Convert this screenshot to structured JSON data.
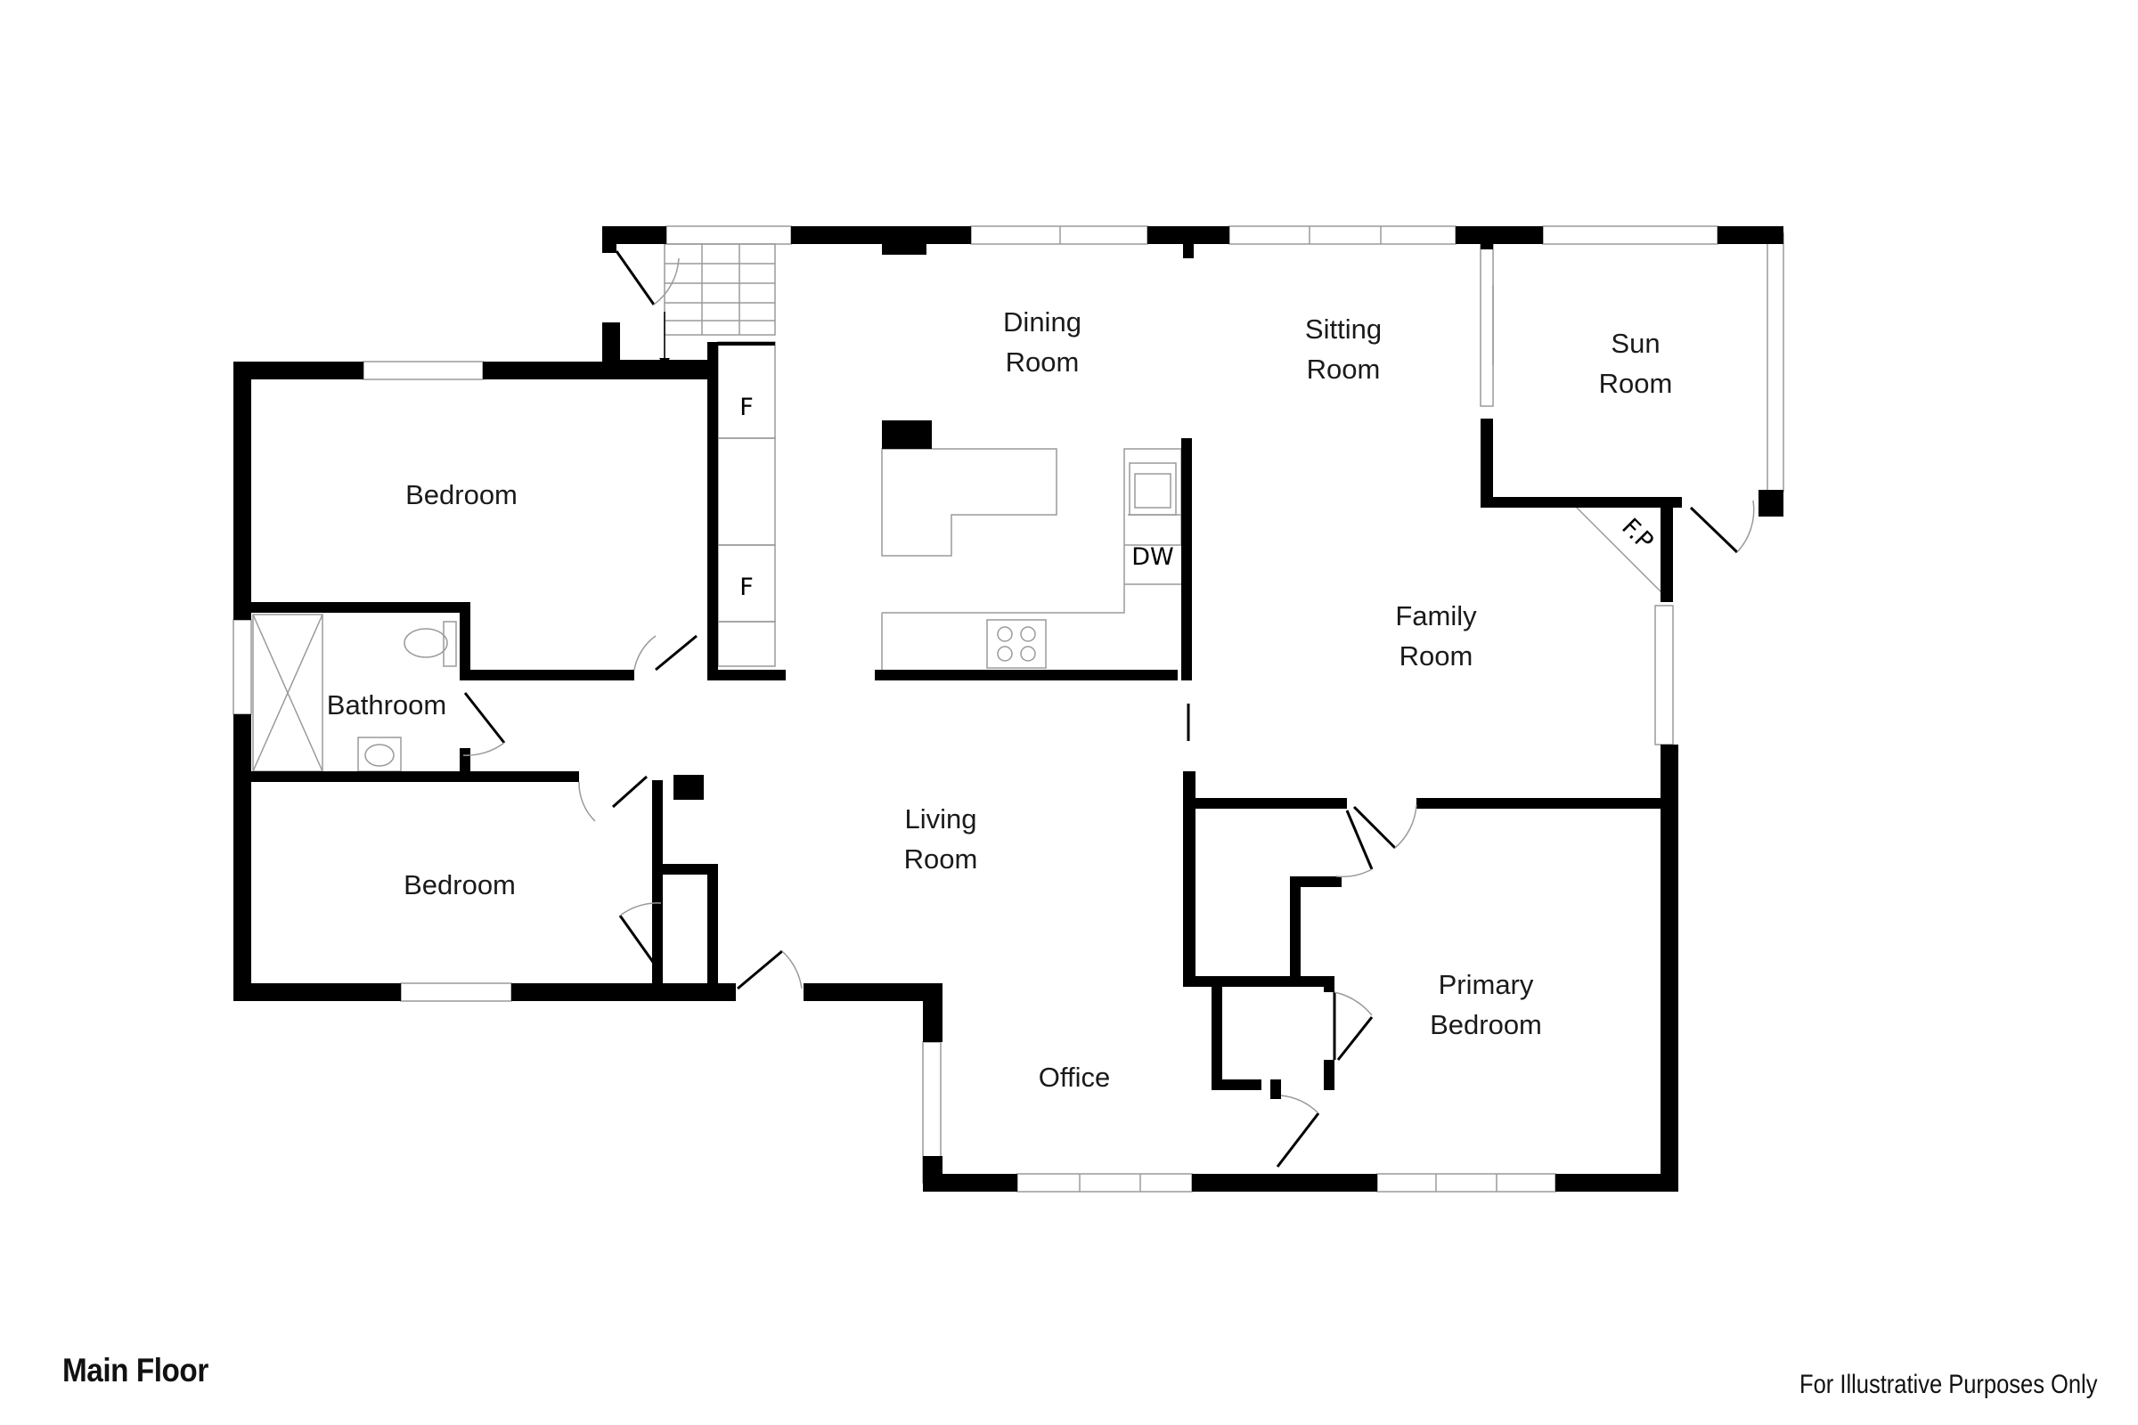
{
  "floor_title": "Main Floor",
  "disclaimer": "For Illustrative Purposes Only",
  "rooms": {
    "dining": [
      "Dining",
      "Room"
    ],
    "sitting": [
      "Sitting",
      "Room"
    ],
    "sun": [
      "Sun",
      "Room"
    ],
    "bedroom_top": "Bedroom",
    "bathroom": "Bathroom",
    "family": [
      "Family",
      "Room"
    ],
    "living": [
      "Living",
      "Room"
    ],
    "bedroom_bottom": "Bedroom",
    "primary": [
      "Primary",
      "Bedroom"
    ],
    "office": "Office"
  },
  "fixtures": {
    "fridge_1": "F",
    "fridge_2": "F",
    "dishwasher": "DW",
    "fireplace": "F.P"
  }
}
